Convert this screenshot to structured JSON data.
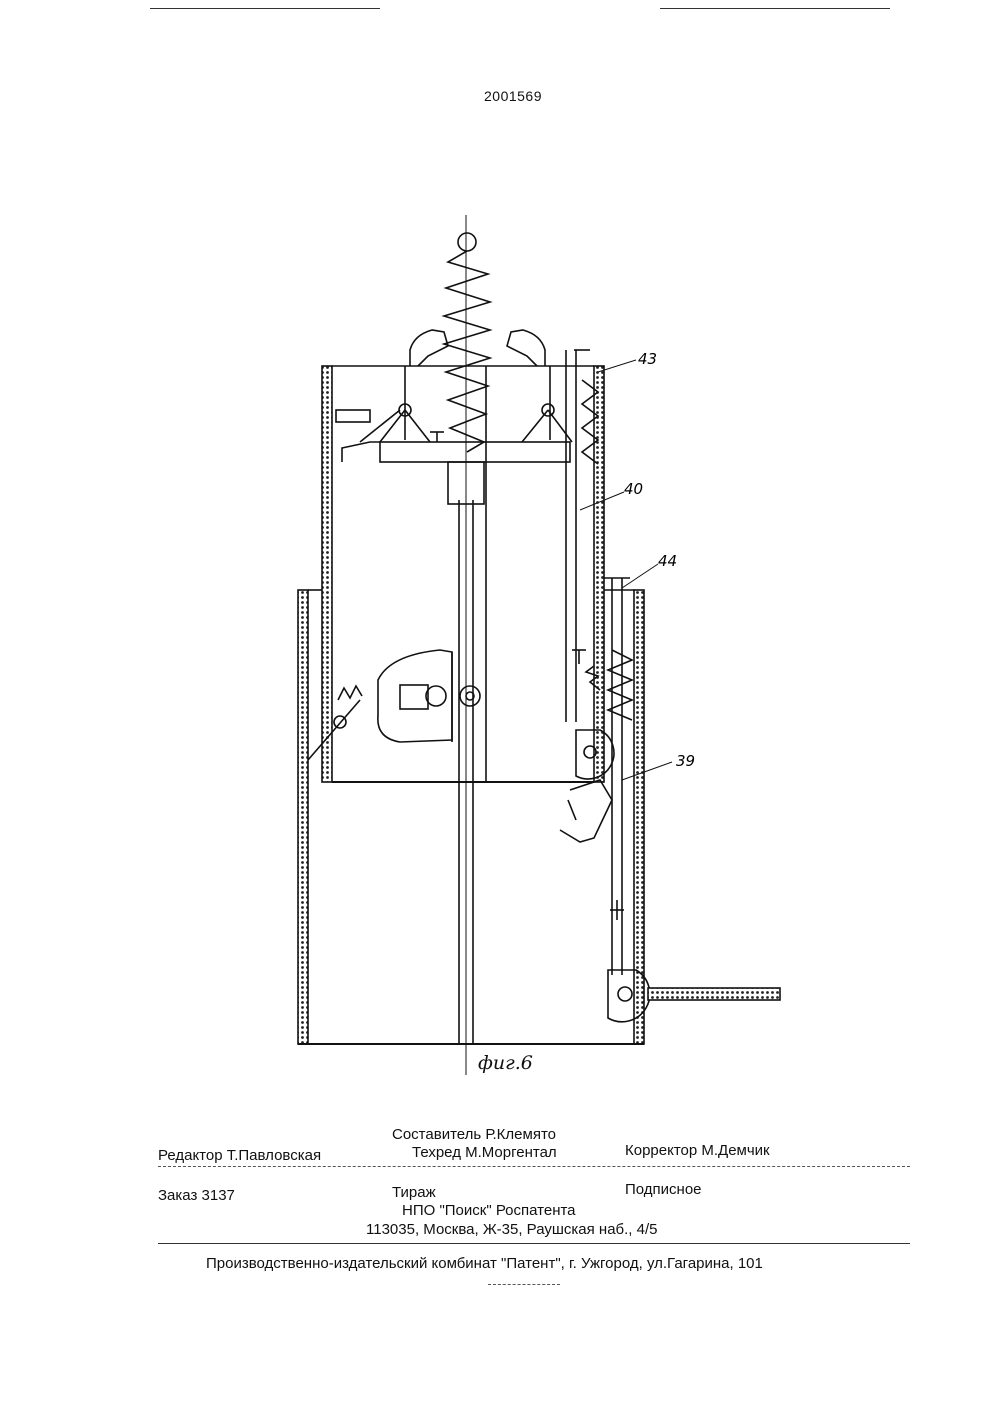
{
  "patent_number": "2001569",
  "figure": {
    "caption": "фиг.6",
    "labels": [
      "43",
      "40",
      "44",
      "39"
    ]
  },
  "imprint": {
    "compiler": "Составитель  Р.Клемято",
    "editor": "Редактор  Т.Павловская",
    "techeditor": "Техред М.Моргентал",
    "corrector": "Корректор  М.Демчик",
    "order": "Заказ 3137",
    "circulation": "Тираж",
    "subscription": "Подписное",
    "org": "НПО \"Поиск\" Роспатента",
    "address": "113035, Москва, Ж-35, Раушская наб., 4/5",
    "printer": "Производственно-издательский комбинат \"Патент\", г. Ужгород, ул.Гагарина, 101"
  }
}
